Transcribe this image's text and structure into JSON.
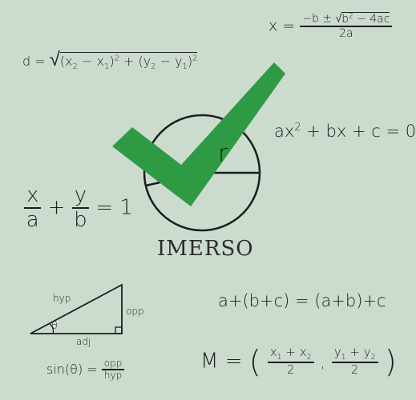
{
  "brand": {
    "name": "IMERSO"
  },
  "emblem": {
    "radius_label": "r",
    "check_color": "#2e9a44",
    "background_color": "#cbdccf",
    "ink_color": "#1d1d1d",
    "icon": "check-mark-icon"
  },
  "formulas": {
    "distance": {
      "lhs": "d =",
      "body_a": "(x",
      "sub2": "2",
      "body_b": " − x",
      "sub1": "1",
      "body_c": ")",
      "sq": "2",
      "body_d": " + (y",
      "sub2b": "2",
      "body_e": " − y",
      "sub1b": "1",
      "body_f": ")",
      "sq2": "2"
    },
    "quadratic_formula": {
      "lhs": "x =",
      "num_a": "−b ± ",
      "num_b": "b",
      "num_sq": "2",
      "num_c": " − 4ac",
      "den": "2a"
    },
    "quadratic_equation": {
      "a": "ax",
      "sq": "2",
      "rest": " + bx + c = 0"
    },
    "intercept_line": {
      "x_num": "x",
      "x_den": "a",
      "plus": "+",
      "y_num": "y",
      "y_den": "b",
      "rhs": "= 1"
    },
    "associative": {
      "text": "a+(b+c) = (a+b)+c"
    },
    "triangle": {
      "hyp": "hyp",
      "opp": "opp",
      "adj": "adj",
      "theta": "θ"
    },
    "sine": {
      "lhs": "sin(θ) =",
      "num": "opp",
      "den": "hyp"
    },
    "midpoint": {
      "lhs": "M =",
      "x1": "x",
      "s1": "1",
      "plus1": " + x",
      "s2": "2",
      "den1": "2",
      "comma": ",",
      "y1": "y",
      "s3": "1",
      "plus2": " + y",
      "s4": "2",
      "den2": "2"
    }
  }
}
